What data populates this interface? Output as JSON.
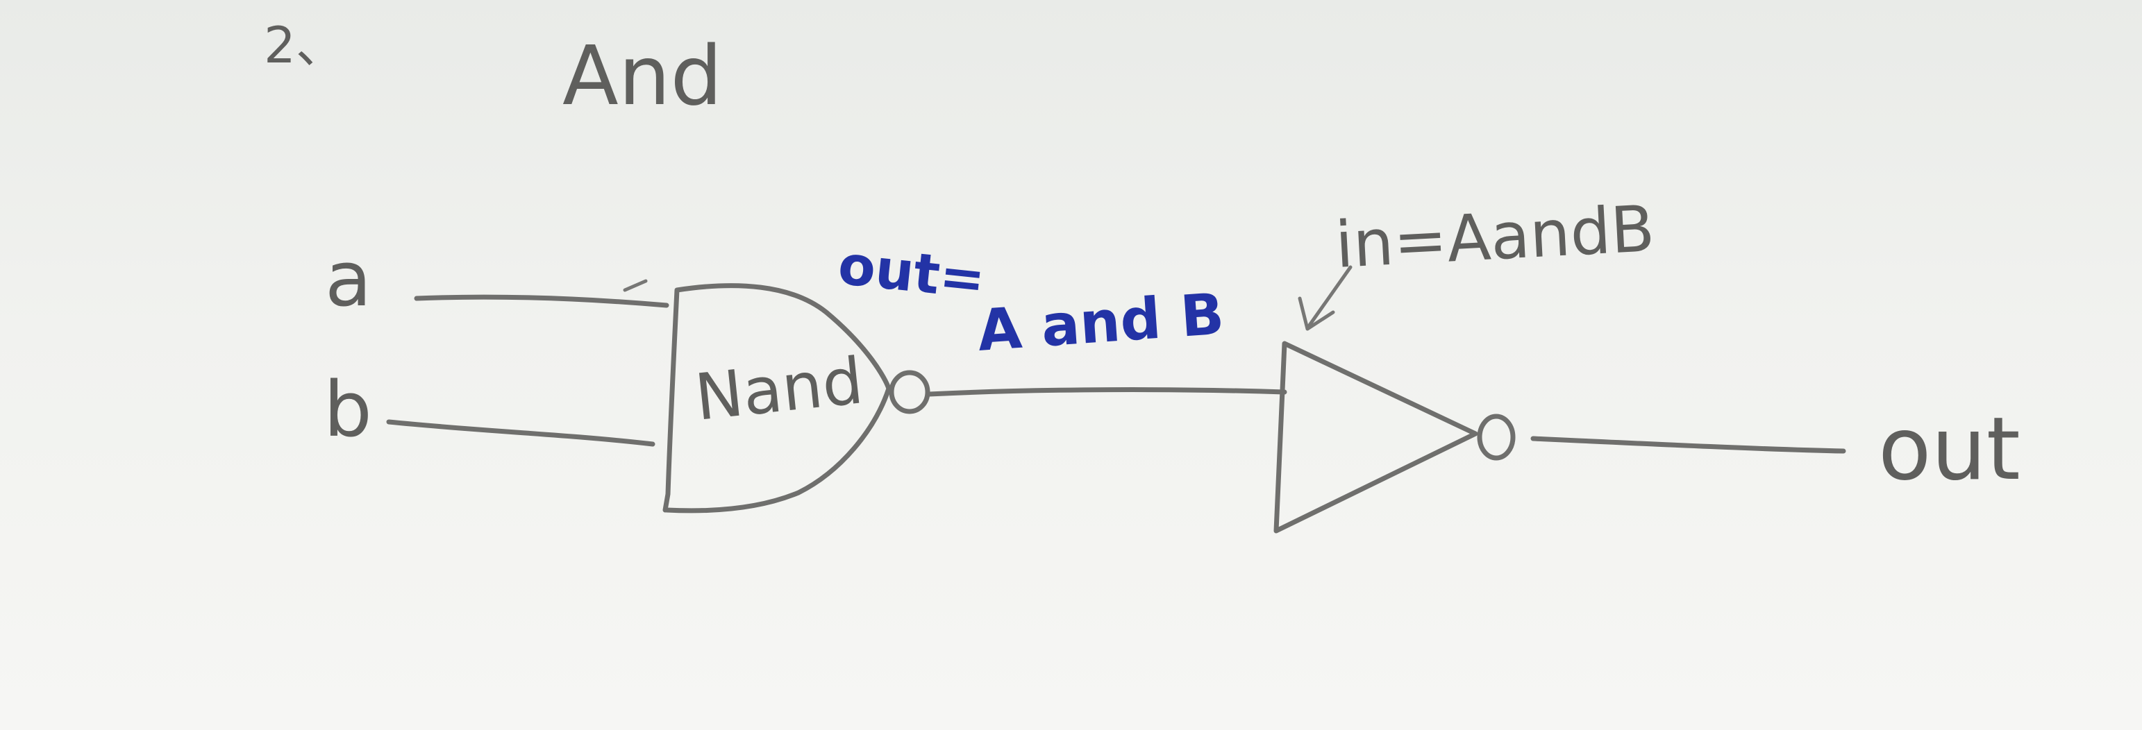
{
  "problem_number": "2、",
  "title": "And",
  "inputs": {
    "a": "a",
    "b": "b"
  },
  "nand_gate": {
    "label": "Nand",
    "output_annotation_prefix": "out=",
    "output_annotation_value": "A and B"
  },
  "not_gate": {
    "input_annotation": "in=AandB"
  },
  "output_label": "out",
  "colors": {
    "pencil": "#6f6f6d",
    "blue_ink": "#2333a6",
    "paper": "#eceeeb"
  }
}
